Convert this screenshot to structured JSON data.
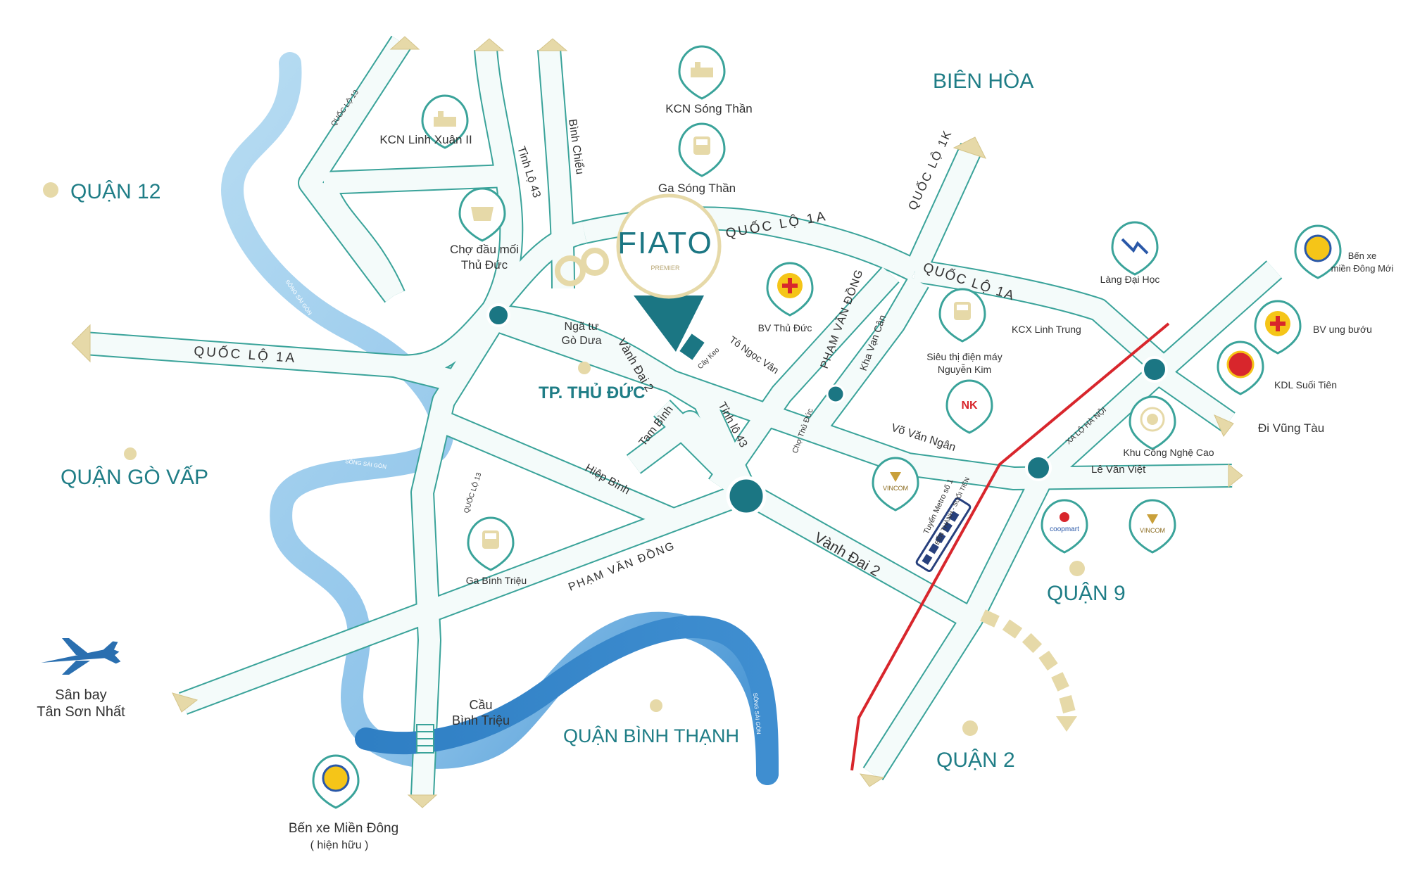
{
  "colors": {
    "road_stroke": "#3aa39a",
    "road_fill": "#f4fbfa",
    "river_light": "#a9d4ef",
    "river_dark": "#3d8fd0",
    "teal_text": "#1f7d86",
    "gold": "#e6d9a8",
    "metro_red": "#d8262c",
    "pin_teal": "#1b7683"
  },
  "brand": {
    "name": "FIATO",
    "sub": "PREMIER"
  },
  "districts": {
    "quan12": "QUẬN 12",
    "govap": "QUẬN GÒ VẤP",
    "thuduc": "TP. THỦ ĐỨC",
    "binhthanh": "QUẬN BÌNH THẠNH",
    "quan9": "QUẬN 9",
    "quan2": "QUẬN 2",
    "bienhoa": "BIÊN HÒA"
  },
  "roads": {
    "ql1a_west": "QUỐC LỘ 1A",
    "ql1a_north": "QUỐC LỘ 1A",
    "ql1a_east": "QUỐC LỘ 1A",
    "ql1k": "QUỐC LỘ 1K",
    "ql13_north": "QUỐC LỘ 13",
    "ql13_south": "QUỐC LỘ 13",
    "tinhlo43_north": "Tỉnh Lộ 43",
    "tinhlo43_south": "Tỉnh lộ 43",
    "binhchieu": "Bình Chiểu",
    "vanhdai2_north": "Vành Đai 2",
    "vanhdai2_south": "Vành Đai 2",
    "tamb": "Tam Bình",
    "hiepbinh": "Hiệp Bình",
    "pvd_south": "PHẠM VĂN ĐỒNG",
    "pvd_north": "PHẠM VĂN ĐỒNG",
    "tongocvan": "Tô Ngọc Vân",
    "caykeo": "Cây Keo",
    "chothuduc": "Chợ Thủ Đức",
    "khavancan": "Kha Vạn Cân",
    "vovanngan": "Võ Văn Ngân",
    "levanviet": "Lê Văn Việt",
    "xalohanoi": "XA LỘ HÀ NỘI",
    "songsaigon1": "SÔNG SÀI GÒN",
    "songsaigon2": "SÔNG SÀI GÒN",
    "songsaigon3": "SÔNG SÀI GÒN",
    "metro_line1": "Tuyến Metro số 1",
    "metro_line2": "BẾN THÀNH - SUỐI TIÊN"
  },
  "places": {
    "kcn_linhxuan": "KCN Linh Xuân II",
    "kcn_songthan": "KCN Sóng Thần",
    "ga_songthan": "Ga Sóng Thần",
    "cho_daumoi_1": "Chợ đầu mối",
    "cho_daumoi_2": "Thủ Đức",
    "nga_tu_1": "Ngã tư",
    "nga_tu_2": "Gò Dưa",
    "bv_thuduc": "BV Thủ Đức",
    "kcx_linhtrung": "KCX Linh Trung",
    "sieuthi_1": "Siêu thị điện máy",
    "sieuthi_2": "Nguyễn Kim",
    "lang_daihoc": "Làng Đại Học",
    "benxe_moi_1": "Bến xe",
    "benxe_moi_2": "miền Đông Mới",
    "bv_ungbuou": "BV ung bướu",
    "kdl_suoitien": "KDL Suối Tiên",
    "di_vungtau": "Đi Vũng Tàu",
    "khu_cnc": "Khu Công Nghệ Cao",
    "ga_binhtrieu": "Ga Bình Triệu",
    "cau_1": "Cầu",
    "cau_2": "Bình Triệu",
    "sanbay_1": "Sân bay",
    "sanbay_2": "Tân Sơn Nhất",
    "benxe_md_1": "Bến xe Miền Đông",
    "benxe_md_2": "( hiện hữu )",
    "vincom": "VINCOM",
    "coopmart": "coopmart",
    "nk": "NK"
  },
  "icons": [
    "factory-icon",
    "train-icon",
    "market-icon",
    "hospital-icon",
    "university-icon",
    "bus-station-icon",
    "theme-park-icon",
    "hitech-icon",
    "shopping-icon",
    "electronics-store-icon",
    "airplane-icon",
    "roundabout-icon",
    "location-pin-icon"
  ]
}
